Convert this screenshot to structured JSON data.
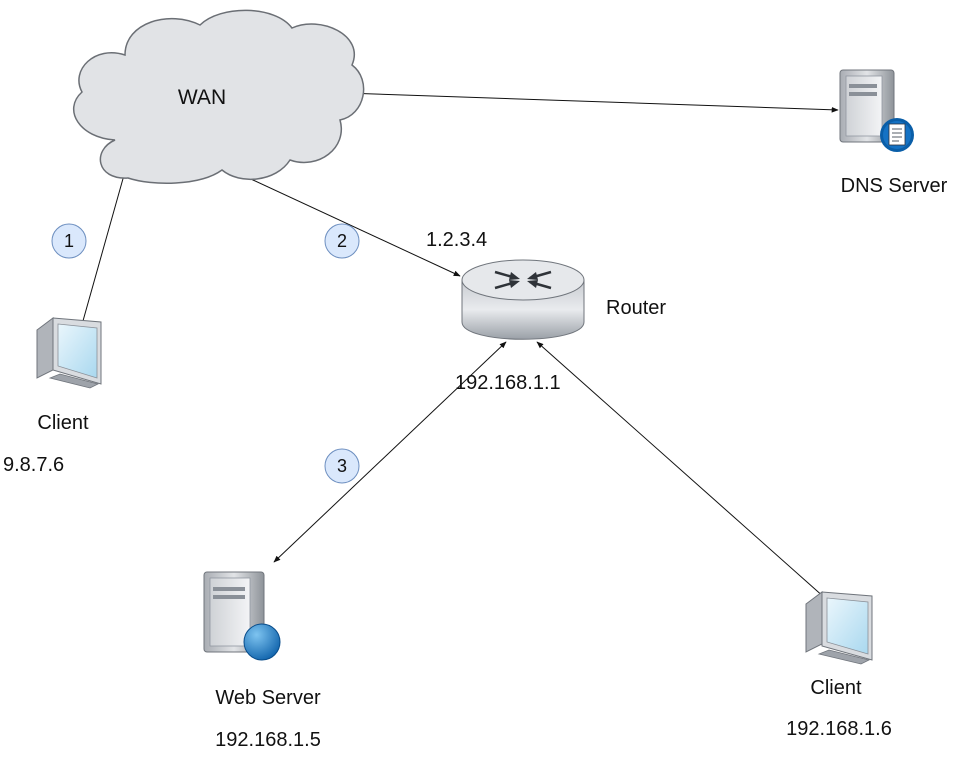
{
  "wan": {
    "label": "WAN"
  },
  "dns_server": {
    "label": "DNS Server"
  },
  "router": {
    "label": "Router",
    "wan_ip": "1.2.3.4",
    "lan_ip": "192.168.1.1"
  },
  "client_external": {
    "label": "Client",
    "ip": "9.8.7.6"
  },
  "web_server": {
    "label": "Web Server",
    "ip": "192.168.1.5"
  },
  "client_internal": {
    "label": "Client",
    "ip": "192.168.1.6"
  },
  "steps": [
    "1",
    "2",
    "3"
  ],
  "colors": {
    "cloud_fill": "#e1e3e6",
    "cloud_stroke": "#6b6f75",
    "step_fill": "#dae8fc",
    "step_stroke": "#6c8ebf",
    "line": "#111111"
  }
}
